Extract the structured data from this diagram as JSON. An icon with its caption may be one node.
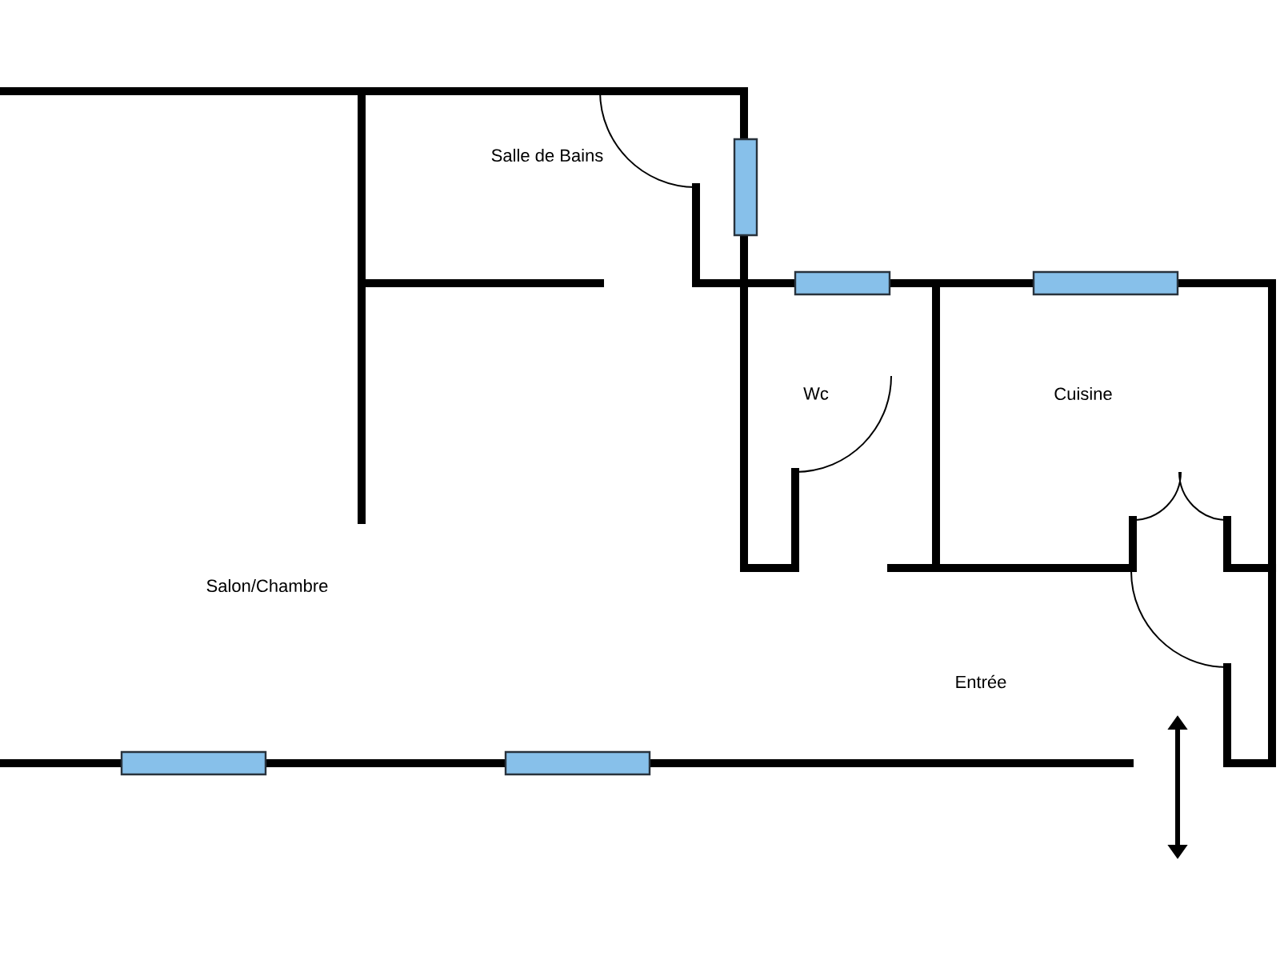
{
  "diagram": {
    "labels": [
      "Salle de Bains",
      "Wc",
      "Cuisine",
      "Salon/Chambre",
      "Entrée"
    ]
  }
}
